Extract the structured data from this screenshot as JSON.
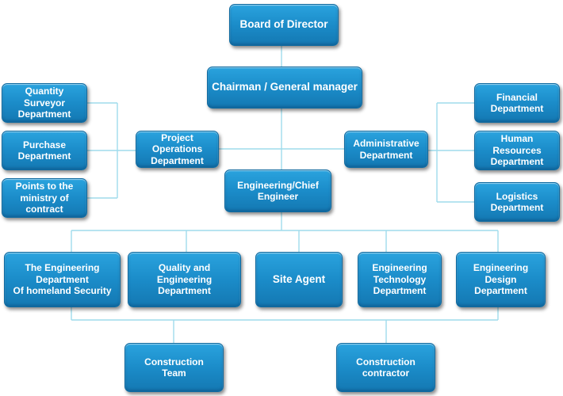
{
  "nodes": {
    "board": "Board of Director",
    "chairman": "Chairman / General manager",
    "quantity_surveyor": "Quantity Surveyor\nDepartment",
    "purchase": "Purchase\nDepartment",
    "points_ministry": "Points to the\nministry of contract",
    "project_operations": "Project Operations\nDepartment",
    "administrative": "Administrative\nDepartment",
    "financial": "Financial\nDepartment",
    "human_resources": "Human Resources\nDepartment",
    "logistics": "Logistics\nDepartment",
    "engineering_chief": "Engineering/Chief\nEngineer",
    "homeland_security": "The Engineering\nDepartment\nOf homeland Security",
    "quality_engineering": "Quality and Engineering\nDepartment",
    "site_agent": "Site Agent",
    "engineering_technology": "Engineering\nTechnology\nDepartment",
    "engineering_design": "Engineering Design\nDepartment",
    "construction_team": "Construction\nTeam",
    "construction_contractor": "Construction\ncontractor"
  },
  "colors": {
    "box_fill": "#1b8cc9",
    "box_border": "#0f6aa0",
    "connector": "#9fdcec",
    "text": "#ffffff",
    "background": "#ffffff"
  }
}
